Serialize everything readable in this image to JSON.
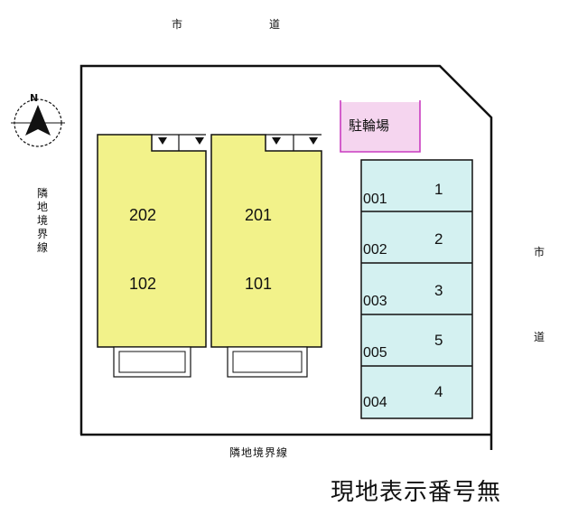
{
  "labels": {
    "road_top": "市道",
    "road_right": "市道",
    "boundary_left": "隣地境界線",
    "boundary_bottom": "隣地境界線",
    "caption": "現地表示番号無",
    "north": "N"
  },
  "buildings": [
    {
      "upper_unit": "202",
      "lower_unit": "102"
    },
    {
      "upper_unit": "201",
      "lower_unit": "101"
    }
  ],
  "bicycle_parking": {
    "label": "駐輪場"
  },
  "parking_spaces": [
    {
      "number": "1",
      "code": "001"
    },
    {
      "number": "2",
      "code": "002"
    },
    {
      "number": "3",
      "code": "003"
    },
    {
      "number": "5",
      "code": "005"
    },
    {
      "number": "4",
      "code": "004"
    }
  ],
  "colors": {
    "building_fill": "#f2f28a",
    "parking_fill": "#d4f1f1",
    "bicycle_fill": "#f5d5ef",
    "bicycle_border": "#c93cc0",
    "line": "#111111"
  }
}
